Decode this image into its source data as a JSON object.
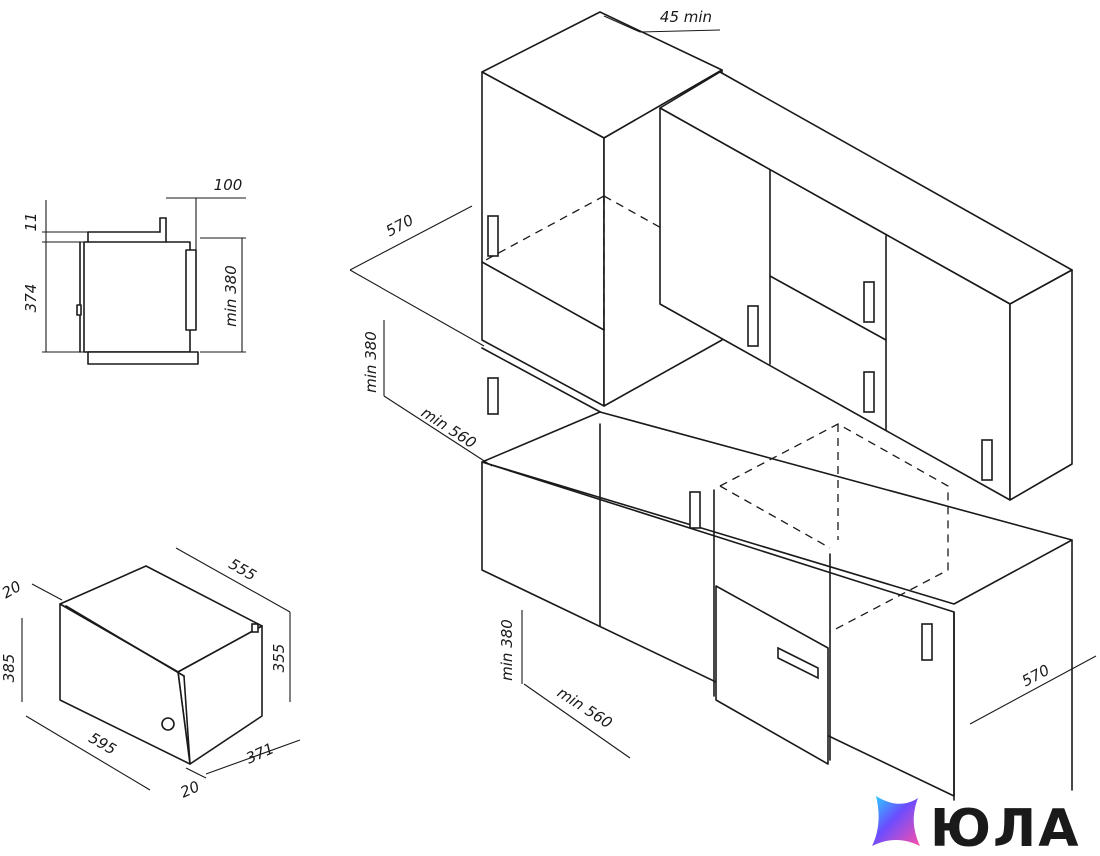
{
  "diagram": {
    "side_view": {
      "labels": {
        "top_gap": "11",
        "height": "374",
        "min_opening": "min 380",
        "back_clearance": "100"
      }
    },
    "oven_iso": {
      "labels": {
        "depth_top": "555",
        "frame_front": "20",
        "frame_height": "385",
        "body_height": "355",
        "width": "595",
        "body_depth": "371",
        "frame_bottom": "20"
      }
    },
    "kitchen": {
      "labels": {
        "vent_gap": "45 min",
        "upper_depth": "570",
        "upper_niche_height": "min 380",
        "upper_niche_width": "min 560",
        "lower_niche_height": "min 380",
        "lower_niche_width": "min 560",
        "lower_depth": "570"
      }
    },
    "brand": {
      "name": "ЮЛА",
      "gradient": [
        "#2d5bff",
        "#7a3cff",
        "#ff4fa8",
        "#28d4ff"
      ]
    }
  }
}
